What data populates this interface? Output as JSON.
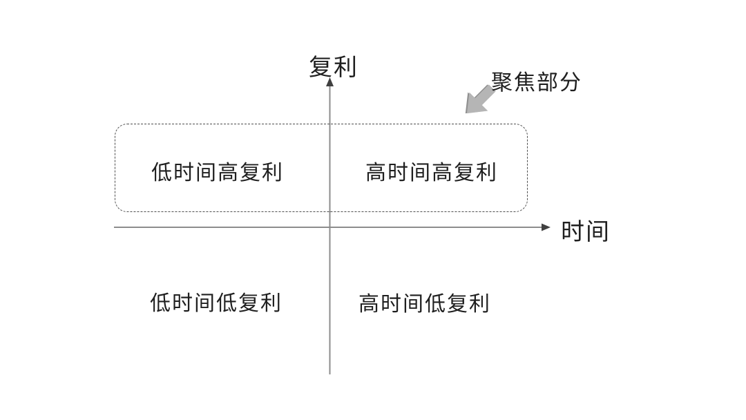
{
  "diagram": {
    "y_axis_label": "复利",
    "x_axis_label": "时间",
    "annotation": {
      "label": "聚焦部分",
      "arrow_direction": "down-left"
    },
    "quadrants": {
      "top_left": "低时间高复利",
      "top_right": "高时间高复利",
      "bottom_left": "低时间低复利",
      "bottom_right": "高时间低复利"
    },
    "colors": {
      "background": "#ffffff",
      "axis_line": "#8c8c8c",
      "axis_arrowhead": "#404040",
      "dashed_border": "#4d4d4d",
      "arrow_fill": "#b5b5b5",
      "arrow_shadow": "#8f8f8f",
      "text": "#1f1f1f"
    }
  }
}
